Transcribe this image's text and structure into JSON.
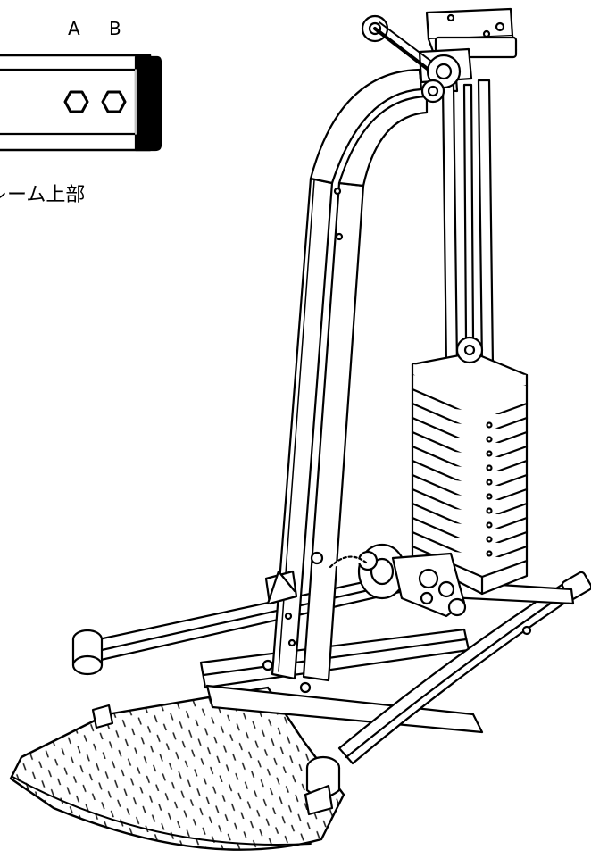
{
  "callout": {
    "letter_a": "A",
    "letter_b": "B",
    "caption": "レーム上部",
    "hex_a_icon": "hex-bolt-icon",
    "hex_b_icon": "hex-bolt-icon"
  },
  "colors": {
    "line": "#000000",
    "fill": "#ffffff",
    "dots": "#222222"
  }
}
